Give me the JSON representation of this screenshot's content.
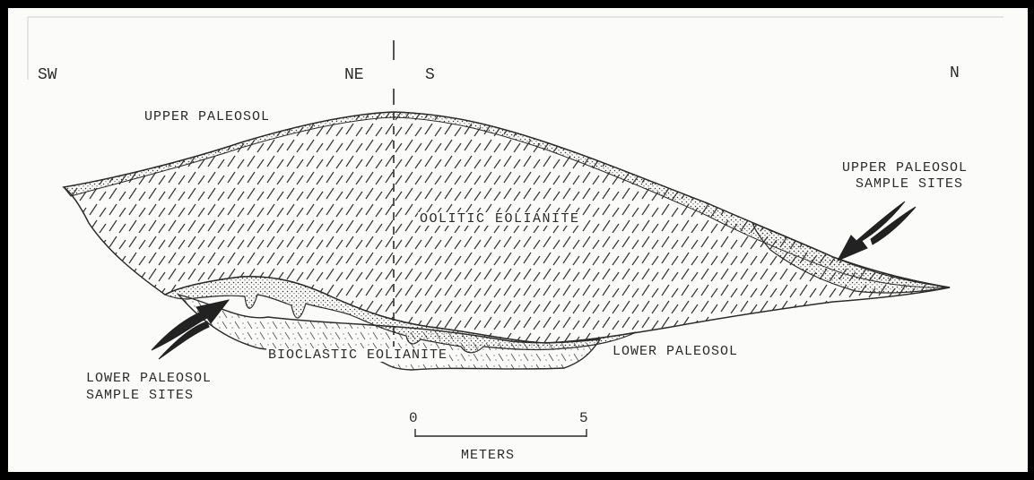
{
  "directions": {
    "sw": "SW",
    "ne": "NE",
    "s": "S",
    "n": "N"
  },
  "units": {
    "upper_paleosol": "UPPER PALEOSOL",
    "oolitic_eolianite": "OOLITIC EOLIANITE",
    "bioclastic_eolianite": "BIOCLASTIC EOLIANITE",
    "lower_paleosol": "LOWER PALEOSOL"
  },
  "callouts": {
    "upper_sites_line1": "UPPER PALEOSOL",
    "upper_sites_line2": "SAMPLE SITES",
    "lower_sites_line1": "LOWER PALEOSOL",
    "lower_sites_line2": "SAMPLE SITES"
  },
  "scale_bar": {
    "min_label": "0",
    "max_label": "5",
    "unit_label": "METERS"
  },
  "colors": {
    "ink": "#2b2b2b",
    "paper": "#fbfbf9",
    "frame": "#000000"
  }
}
